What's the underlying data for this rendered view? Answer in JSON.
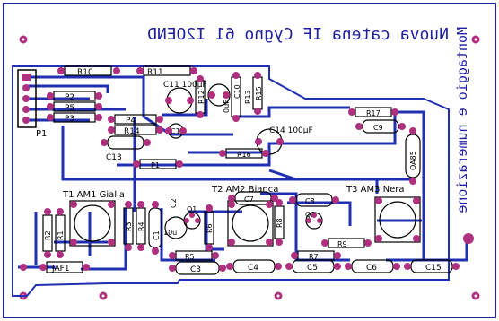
{
  "board": {
    "title": "Nuova catena IF Cygno 61 I2OEND",
    "side_text": "Montaggio e numerazione",
    "colors": {
      "background": "#ffffff",
      "frame": "#2020a0",
      "trace": "#2030b0",
      "pad": "#b03080",
      "silk": "#000000",
      "text": "#2020a0"
    }
  },
  "labels": {
    "p1": "P1",
    "r10": "R10",
    "r11": "R11",
    "p2": "P2",
    "p5": "P5",
    "p3": "P3",
    "p4": "P4",
    "r14": "R14",
    "c11": "C11 100μF",
    "r12": "R12",
    "c10": "C10",
    "r15": "R15",
    "r13": "R13",
    "c10v": "0uF",
    "c12": "C12",
    "c14": "C14 100μF",
    "r16": "R16",
    "r17": "R17",
    "c9": "C9",
    "oa85": "OA85",
    "c13": "C13",
    "p1b": "P1",
    "t1": "T1 AM1 Gialla",
    "t2": "T2 AM2 Bianca",
    "t3": "T3 AM3 Nera",
    "r2": "R2",
    "r1": "R1",
    "r3": "R3",
    "r4": "R4",
    "c1": "C1",
    "c1v": "10u",
    "c2": "C2",
    "q1": "Q1",
    "r6": "R6",
    "c7": "C7",
    "r8": "R8",
    "c8": "C8",
    "q2": "Q2",
    "r5": "R5",
    "c3": "C3",
    "c4": "C4",
    "r7": "R7",
    "c5": "C5",
    "r9": "R9",
    "c6": "C6",
    "c15": "C15",
    "jaf1": "JAF1"
  }
}
